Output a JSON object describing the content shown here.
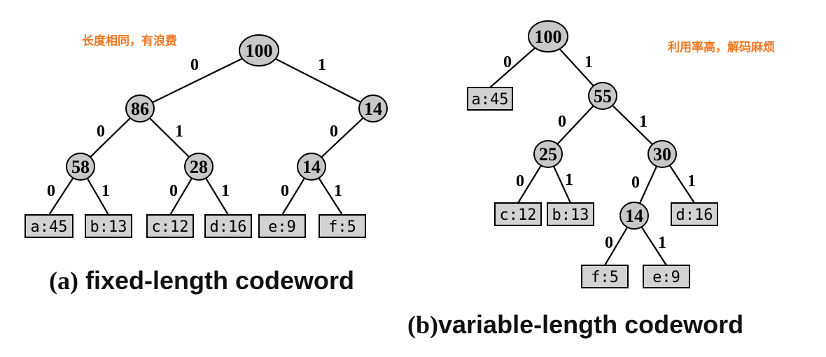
{
  "notes": {
    "left": "长度相同，有浪费",
    "right": "利用率高，解码麻烦"
  },
  "captions": {
    "a_prefix": "(a)",
    "a_text": " fixed-length codeword",
    "b_prefix": "(b)",
    "b_text": "variable-length codeword"
  },
  "trees": {
    "fixed": {
      "internal": [
        {
          "id": "f_root",
          "label": "100"
        },
        {
          "id": "f_86",
          "label": "86"
        },
        {
          "id": "f_14a",
          "label": "14"
        },
        {
          "id": "f_58",
          "label": "58"
        },
        {
          "id": "f_28",
          "label": "28"
        },
        {
          "id": "f_14b",
          "label": "14"
        }
      ],
      "leaves": [
        {
          "id": "f_a",
          "label": "a:45"
        },
        {
          "id": "f_b",
          "label": "b:13"
        },
        {
          "id": "f_c",
          "label": "c:12"
        },
        {
          "id": "f_d",
          "label": "d:16"
        },
        {
          "id": "f_e",
          "label": "e:9"
        },
        {
          "id": "f_f",
          "label": "f:5"
        }
      ],
      "edges": [
        {
          "from": "f_root",
          "to": "f_86",
          "bit": "0"
        },
        {
          "from": "f_root",
          "to": "f_14a",
          "bit": "1"
        },
        {
          "from": "f_86",
          "to": "f_58",
          "bit": "0"
        },
        {
          "from": "f_86",
          "to": "f_28",
          "bit": "1"
        },
        {
          "from": "f_14a",
          "to": "f_14b",
          "bit": "0"
        },
        {
          "from": "f_58",
          "to": "f_a",
          "bit": "0"
        },
        {
          "from": "f_58",
          "to": "f_b",
          "bit": "1"
        },
        {
          "from": "f_28",
          "to": "f_c",
          "bit": "0"
        },
        {
          "from": "f_28",
          "to": "f_d",
          "bit": "1"
        },
        {
          "from": "f_14b",
          "to": "f_e",
          "bit": "0"
        },
        {
          "from": "f_14b",
          "to": "f_f",
          "bit": "1"
        }
      ]
    },
    "variable": {
      "internal": [
        {
          "id": "v_root",
          "label": "100"
        },
        {
          "id": "v_55",
          "label": "55"
        },
        {
          "id": "v_25",
          "label": "25"
        },
        {
          "id": "v_30",
          "label": "30"
        },
        {
          "id": "v_14",
          "label": "14"
        }
      ],
      "leaves": [
        {
          "id": "v_a",
          "label": "a:45"
        },
        {
          "id": "v_c",
          "label": "c:12"
        },
        {
          "id": "v_b",
          "label": "b:13"
        },
        {
          "id": "v_d",
          "label": "d:16"
        },
        {
          "id": "v_f",
          "label": "f:5"
        },
        {
          "id": "v_e",
          "label": "e:9"
        }
      ],
      "edges": [
        {
          "from": "v_root",
          "to": "v_a",
          "bit": "0"
        },
        {
          "from": "v_root",
          "to": "v_55",
          "bit": "1"
        },
        {
          "from": "v_55",
          "to": "v_25",
          "bit": "0"
        },
        {
          "from": "v_55",
          "to": "v_30",
          "bit": "1"
        },
        {
          "from": "v_25",
          "to": "v_c",
          "bit": "0"
        },
        {
          "from": "v_25",
          "to": "v_b",
          "bit": "1"
        },
        {
          "from": "v_30",
          "to": "v_14",
          "bit": "0"
        },
        {
          "from": "v_30",
          "to": "v_d",
          "bit": "1"
        },
        {
          "from": "v_14",
          "to": "v_f",
          "bit": "0"
        },
        {
          "from": "v_14",
          "to": "v_e",
          "bit": "1"
        }
      ]
    }
  }
}
